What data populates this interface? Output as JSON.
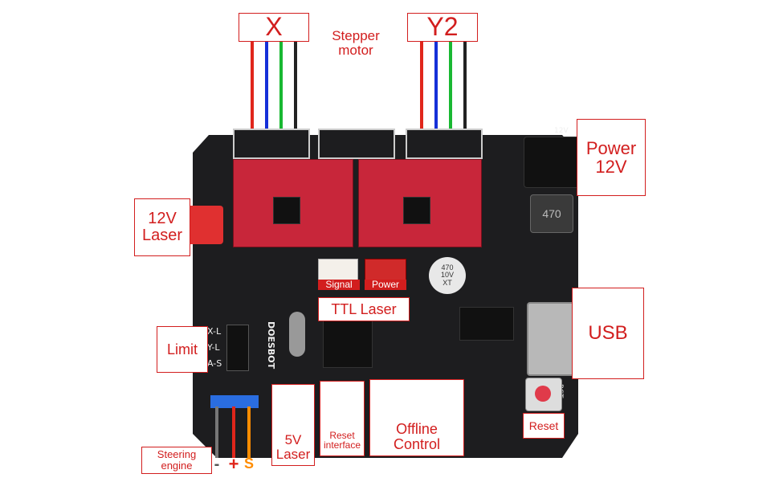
{
  "labels": {
    "x_motor": "X",
    "stepper_motor": "Stepper\nmotor",
    "y2_motor": "Y2",
    "power_12v": "Power\n12V",
    "laser_12v": "12V\nLaser",
    "usb": "USB",
    "limit": "Limit",
    "reset_button": "Reset",
    "ttl_laser": "TTL Laser",
    "signal": "Signal",
    "power": "Power",
    "laser_5v": "5V\nLaser",
    "reset_interface": "Reset\ninterface",
    "offline_control": "Offline\nControl",
    "steering_engine": "Steering\nengine",
    "steer_minus": "-",
    "steer_plus": "+",
    "steer_s": "S"
  },
  "silkscreen": {
    "cap": "470\n10V\nXT",
    "inductor": "470",
    "limit_x": "X-L",
    "limit_y": "Y-L",
    "limit_a": "A-S",
    "board_brand": "DOESBOT",
    "rst": "RST",
    "v12": "12V"
  },
  "colors": {
    "accent": "#d21e1e",
    "board": "#1d1d1f",
    "driver": "#c8263a",
    "wire_red": "#e0261b",
    "wire_blue": "#1530d8",
    "wire_green": "#19b832",
    "wire_black": "#222222",
    "wire_orange": "#ff8c00",
    "wire_gray": "#777777"
  }
}
